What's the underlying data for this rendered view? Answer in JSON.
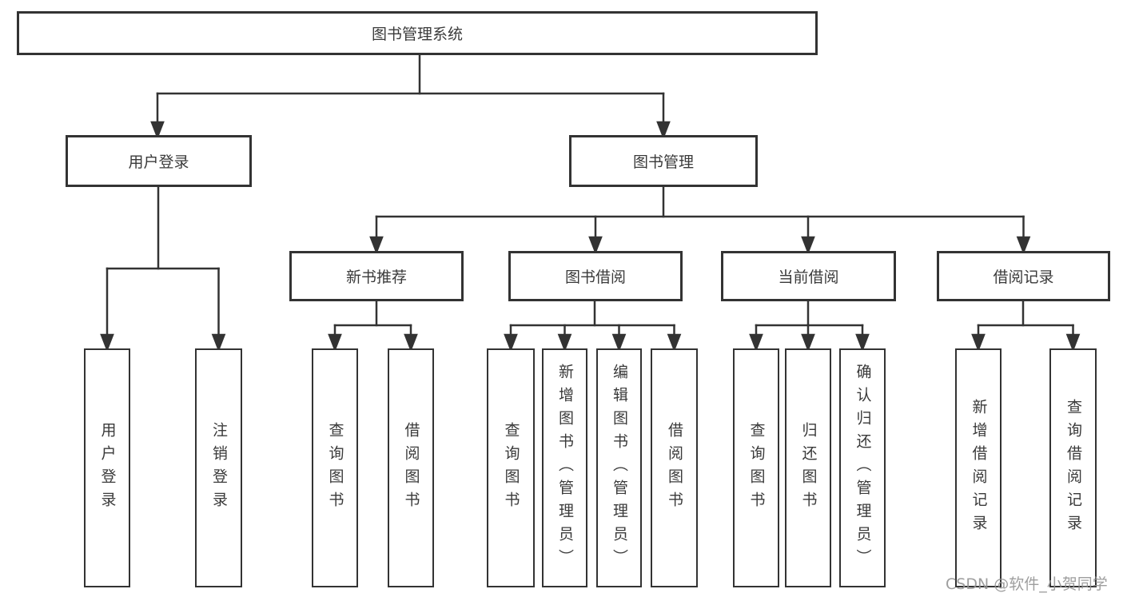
{
  "tree": {
    "root": "图书管理系统",
    "branches": [
      {
        "label": "用户登录",
        "children": [
          "用户登录",
          "注销登录"
        ]
      },
      {
        "label": "图书管理",
        "sections": [
          {
            "label": "新书推荐",
            "children": [
              "查询图书",
              "借阅图书"
            ]
          },
          {
            "label": "图书借阅",
            "children": [
              "查询图书",
              "新增图书（管理员）",
              "编辑图书（管理员）",
              "借阅图书"
            ]
          },
          {
            "label": "当前借阅",
            "children": [
              "查询图书",
              "归还图书",
              "确认归还（管理员）"
            ]
          },
          {
            "label": "借阅记录",
            "children": [
              "新增借阅记录",
              "查询借阅记录"
            ]
          }
        ]
      }
    ]
  },
  "colors": {
    "line": "#333333",
    "text": "#3a3a3a",
    "background": "#ffffff",
    "watermark": "#949494"
  },
  "watermark": "CSDN @软件_小贺同学"
}
